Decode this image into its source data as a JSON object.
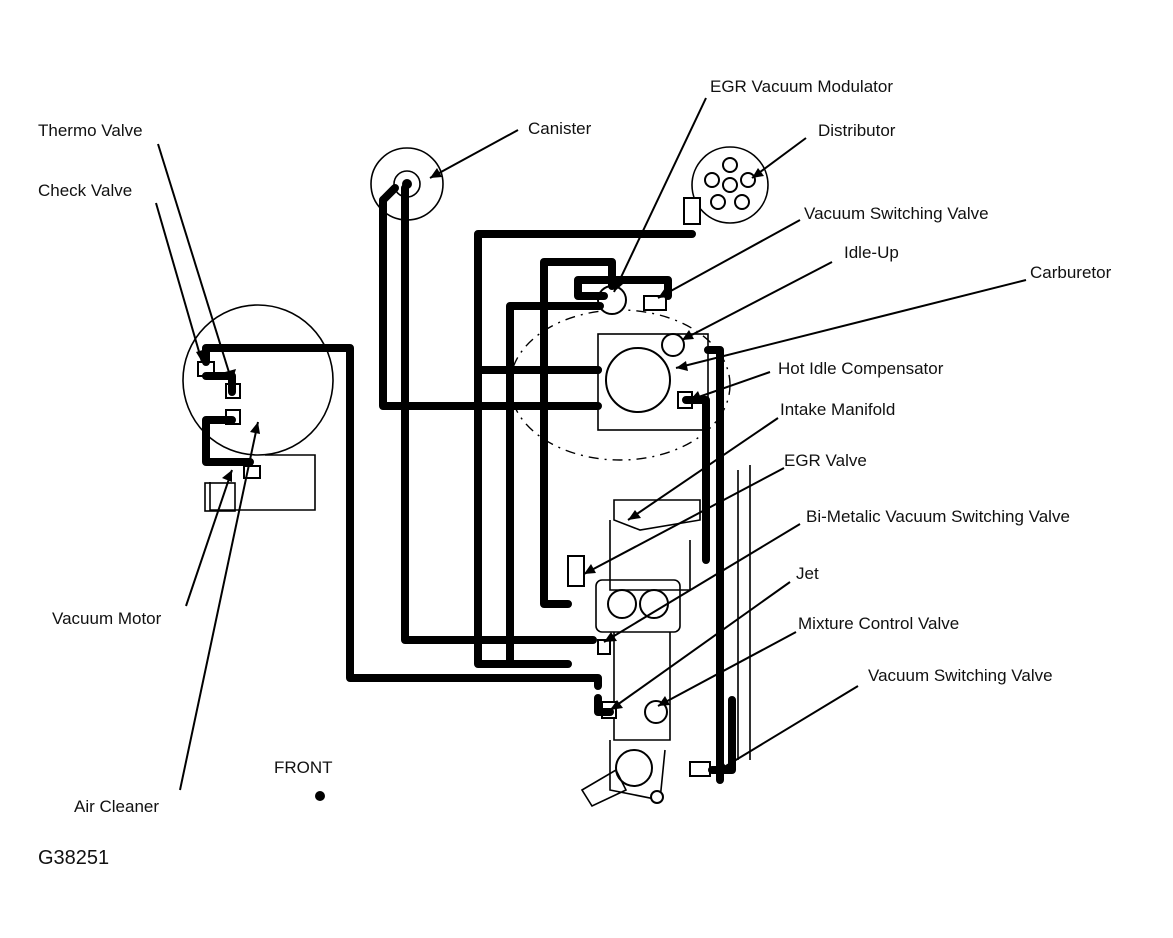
{
  "labels": {
    "thermo_valve": "Thermo Valve",
    "check_valve": "Check Valve",
    "vacuum_motor": "Vacuum Motor",
    "air_cleaner": "Air Cleaner",
    "canister": "Canister",
    "egr_vacuum_modulator": "EGR Vacuum Modulator",
    "distributor": "Distributor",
    "vacuum_switching_valve_top": "Vacuum Switching Valve",
    "idle_up": "Idle-Up",
    "carburetor": "Carburetor",
    "hot_idle_compensator": "Hot Idle Compensator",
    "intake_manifold": "Intake Manifold",
    "egr_valve": "EGR Valve",
    "bi_metalic_vsv": "Bi-Metalic Vacuum Switching Valve",
    "jet": "Jet",
    "mixture_control_valve": "Mixture Control Valve",
    "vacuum_switching_valve_bottom": "Vacuum Switching Valve",
    "front": "FRONT"
  },
  "figure_code": "G38251"
}
